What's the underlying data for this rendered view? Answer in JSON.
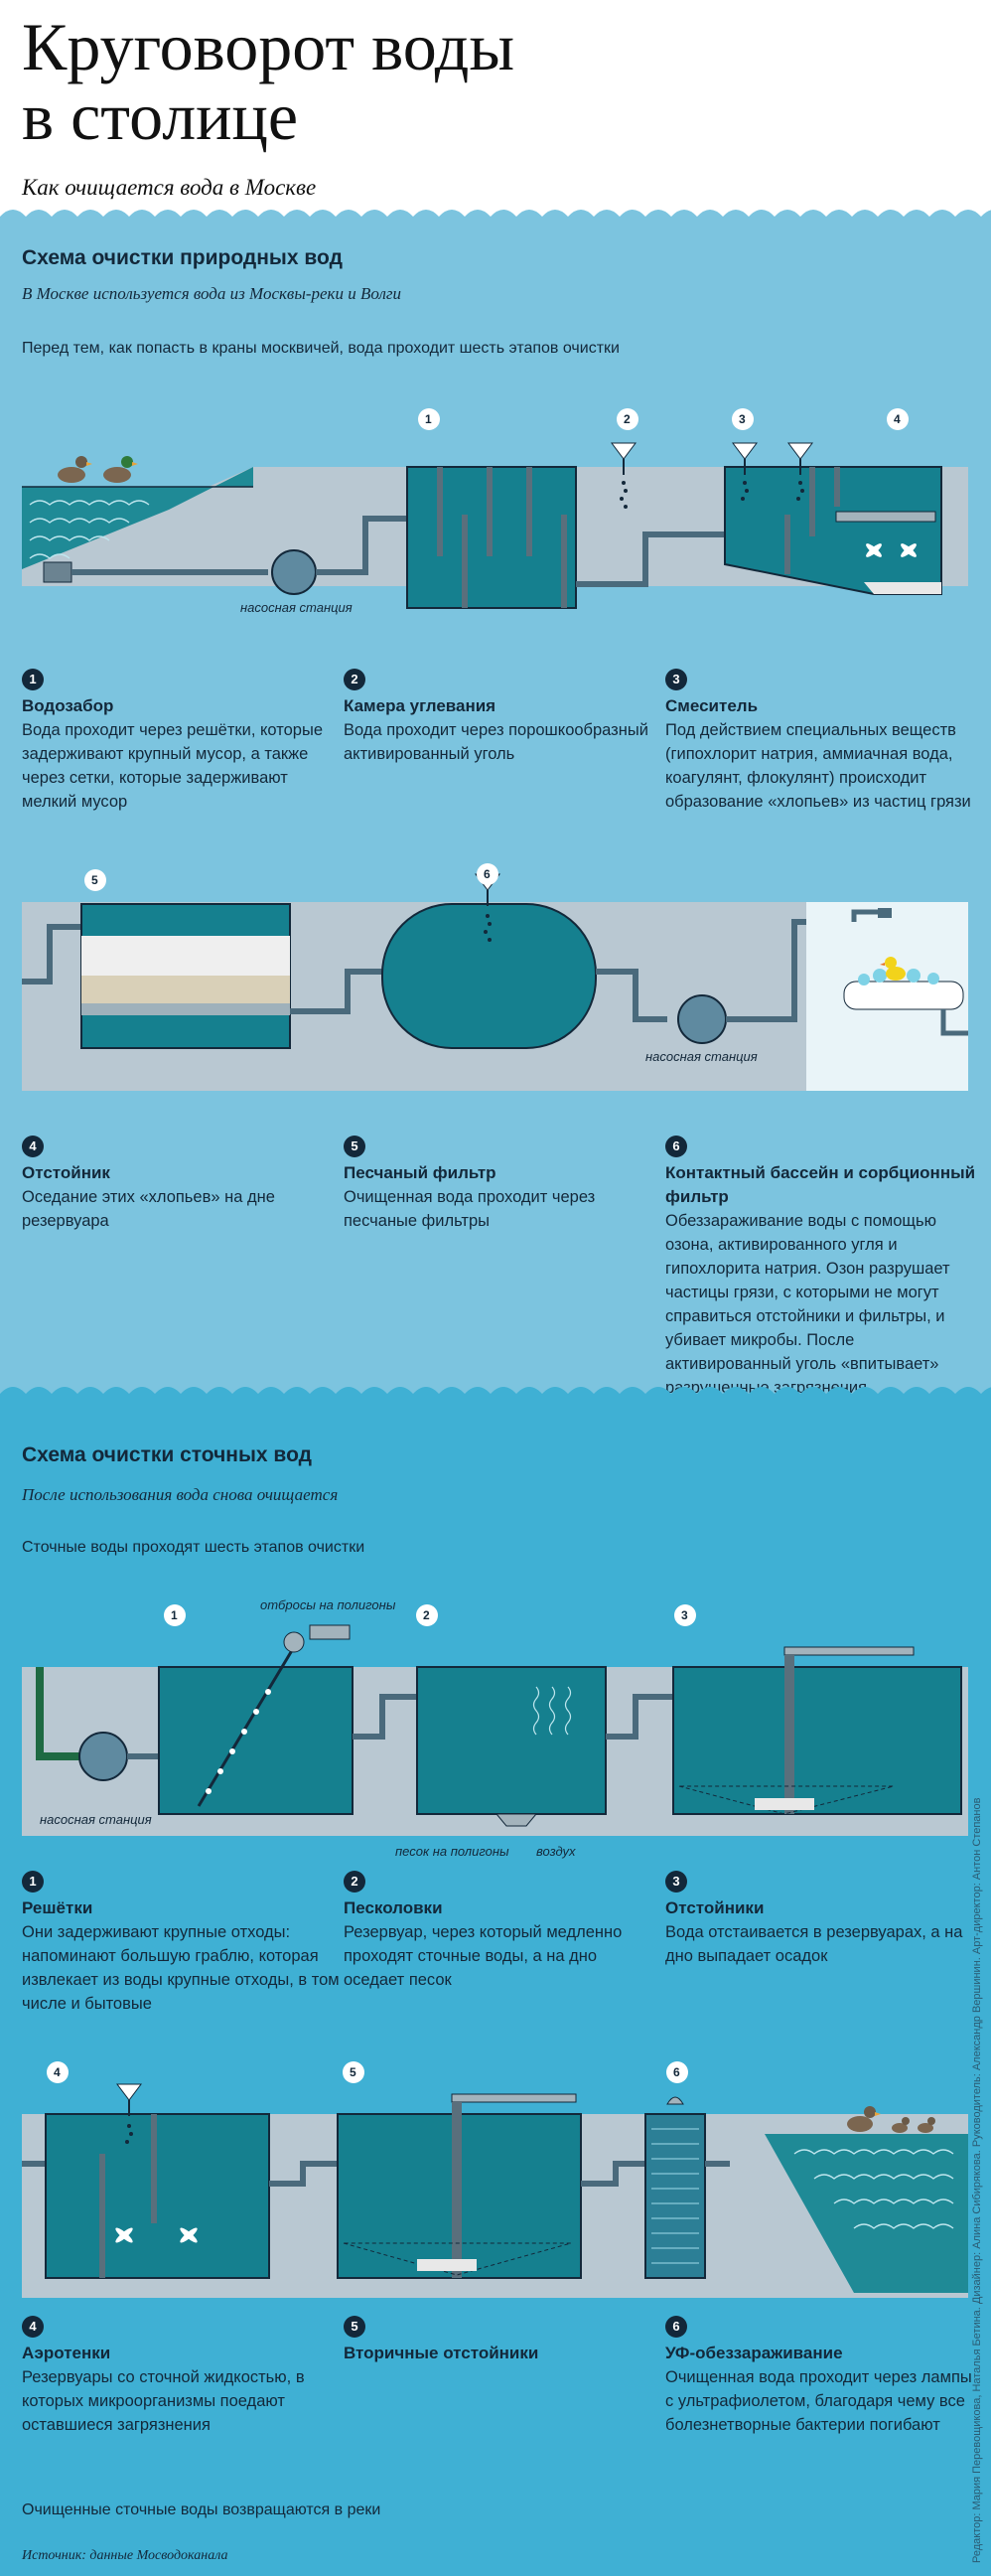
{
  "header": {
    "title_line1": "Круговорот воды",
    "title_line2": "в столице",
    "subtitle": "Как очищается вода в Москве"
  },
  "natural": {
    "title": "Схема очистки природных вод",
    "lead": "В Москве используется вода из Москвы-реки и Волги",
    "note": "Перед тем, как попасть в краны москвичей, вода проходит шесть этапов очистки",
    "pump_label": "насосная станция",
    "pump_label_2": "насосная станция",
    "markers": [
      "1",
      "2",
      "3",
      "4",
      "5",
      "6"
    ],
    "steps": [
      {
        "num": "1",
        "name": "Водозабор",
        "desc": "Вода проходит через решётки, которые задерживают крупный мусор, а также через сетки, которые задерживают мелкий мусор"
      },
      {
        "num": "2",
        "name": "Камера углевания",
        "desc": "Вода проходит через порошкообразный активированный уголь"
      },
      {
        "num": "3",
        "name": "Смеситель",
        "desc": "Под действием специальных веществ (гипохлорит натрия, аммиачная вода, коагулянт, флокулянт) происходит образование «хлопьев» из частиц грязи"
      },
      {
        "num": "4",
        "name": "Отстойник",
        "desc": "Оседание этих «хлопьев» на дне резервуара"
      },
      {
        "num": "5",
        "name": "Песчаный фильтр",
        "desc": "Очищенная вода проходит через песчаные фильтры"
      },
      {
        "num": "6",
        "name": "Контактный бассейн и сорбционный фильтр",
        "desc": "Обеззараживание воды с помощью озона, активированного угля и гипохлорита натрия. Озон разрушает частицы грязи, с которыми не могут справиться отстойники и фильтры, и убивает микробы. После активированный уголь «впитывает» разрушенные загрязнения"
      }
    ]
  },
  "sewage": {
    "title": "Схема очистки сточных вод",
    "lead": "После использования вода снова очищается",
    "note": "Сточные воды проходят шесть этапов очистки",
    "pump_label": "насосная станция",
    "waste_label": "отбросы на полигоны",
    "sand_label": "песок на полигоны",
    "air_label": "воздух",
    "markers": [
      "1",
      "2",
      "3",
      "4",
      "5",
      "6"
    ],
    "steps": [
      {
        "num": "1",
        "name": "Решётки",
        "desc": "Они задерживают крупные отходы: напоминают большую граблю, которая извлекает из воды крупные отходы, в том числе и бытовые"
      },
      {
        "num": "2",
        "name": "Песколовки",
        "desc": "Резервуар, через который медленно проходят сточные воды, а на дно оседает песок"
      },
      {
        "num": "3",
        "name": "Отстойники",
        "desc": "Вода отстаивается в резервуарах, а на дно выпадает осадок"
      },
      {
        "num": "4",
        "name": "Аэротенки",
        "desc": "Резервуары со сточной жидкостью, в которых микроорганизмы поедают оставшиеся загрязнения"
      },
      {
        "num": "5",
        "name": "Вторичные отстойники",
        "desc": ""
      },
      {
        "num": "6",
        "name": "УФ-обеззараживание",
        "desc": "Очищенная вода проходит через лампы с ультрафиолетом, благодаря чему все болезнетворные бактерии погибают"
      }
    ],
    "footer_note": "Очищенные сточные воды возвращаются в реки",
    "source": "Источник: данные Мосводоканала"
  },
  "credits": "Редактор: Мария Перевощикова, Наталья Бетина. Дизайнер: Алина Сибирякова. Руководитель: Александр Вершинин. Арт-директор: Антон Степанов",
  "colors": {
    "sky": "#7cc4df",
    "sewage_bg": "#3fb0d4",
    "tank_water": "#15808f",
    "ground": "#b9c8d2",
    "dark": "#13283a"
  }
}
